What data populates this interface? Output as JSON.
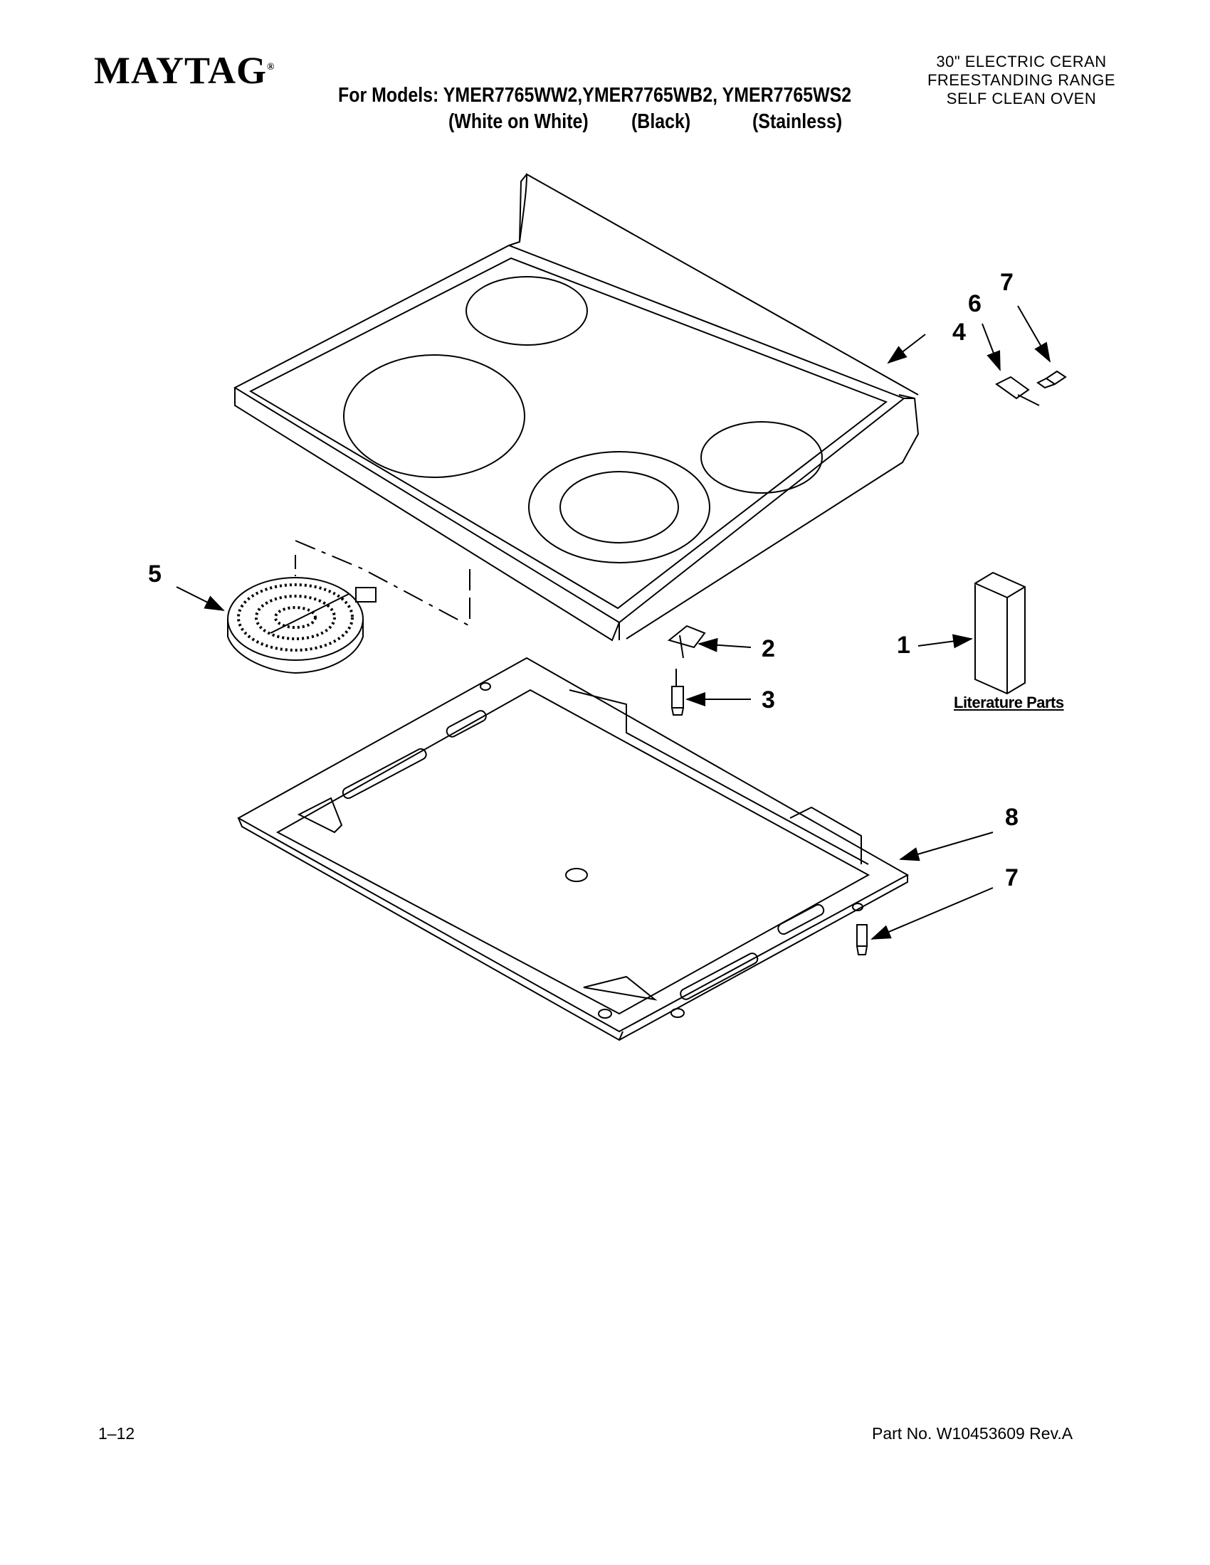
{
  "header": {
    "brand": "MAYTAG",
    "brand_mark": "®",
    "models_line": "For Models: YMER7765WW2,YMER7765WB2, YMER7765WS2",
    "colors": [
      "(White on White)",
      "(Black)",
      "(Stainless)"
    ],
    "product_lines": [
      "30\" ELECTRIC CERAN",
      "FREESTANDING RANGE",
      "SELF CLEAN OVEN"
    ]
  },
  "callouts": [
    "1",
    "2",
    "3",
    "4",
    "5",
    "6",
    "7",
    "7",
    "8"
  ],
  "literature_label": "Literature Parts",
  "footer": {
    "page": "1–12",
    "part_no": "Part No. W10453609 Rev.A"
  }
}
